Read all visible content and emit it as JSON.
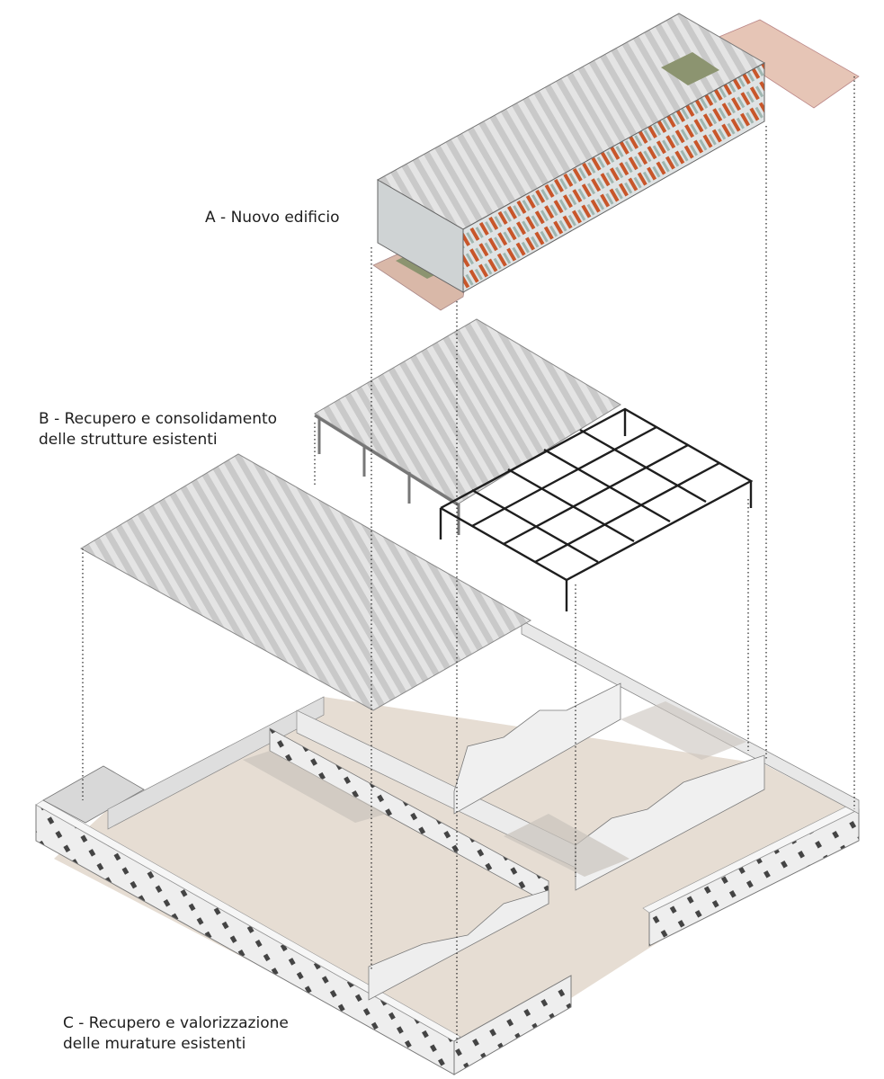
{
  "labels": {
    "a": {
      "line1": "A - Nuovo edificio"
    },
    "b": {
      "line1": "B - Recupero e consolidamento",
      "line2": "delle strutture esistenti"
    },
    "c": {
      "line1": "C - Recupero e valorizzazione",
      "line2": "delle murature esistenti"
    }
  },
  "colors": {
    "ground": "#e6ddd3",
    "wall": "#eeeeee",
    "wall_shadow": "#c8c8c8",
    "roof_vault": "#dcdcdc",
    "truss": "#222222",
    "facade_orange": "#c8562a",
    "facade_green": "#8fa8a0",
    "terrace": "#d9b8a8",
    "green_roof": "#8c9470"
  }
}
